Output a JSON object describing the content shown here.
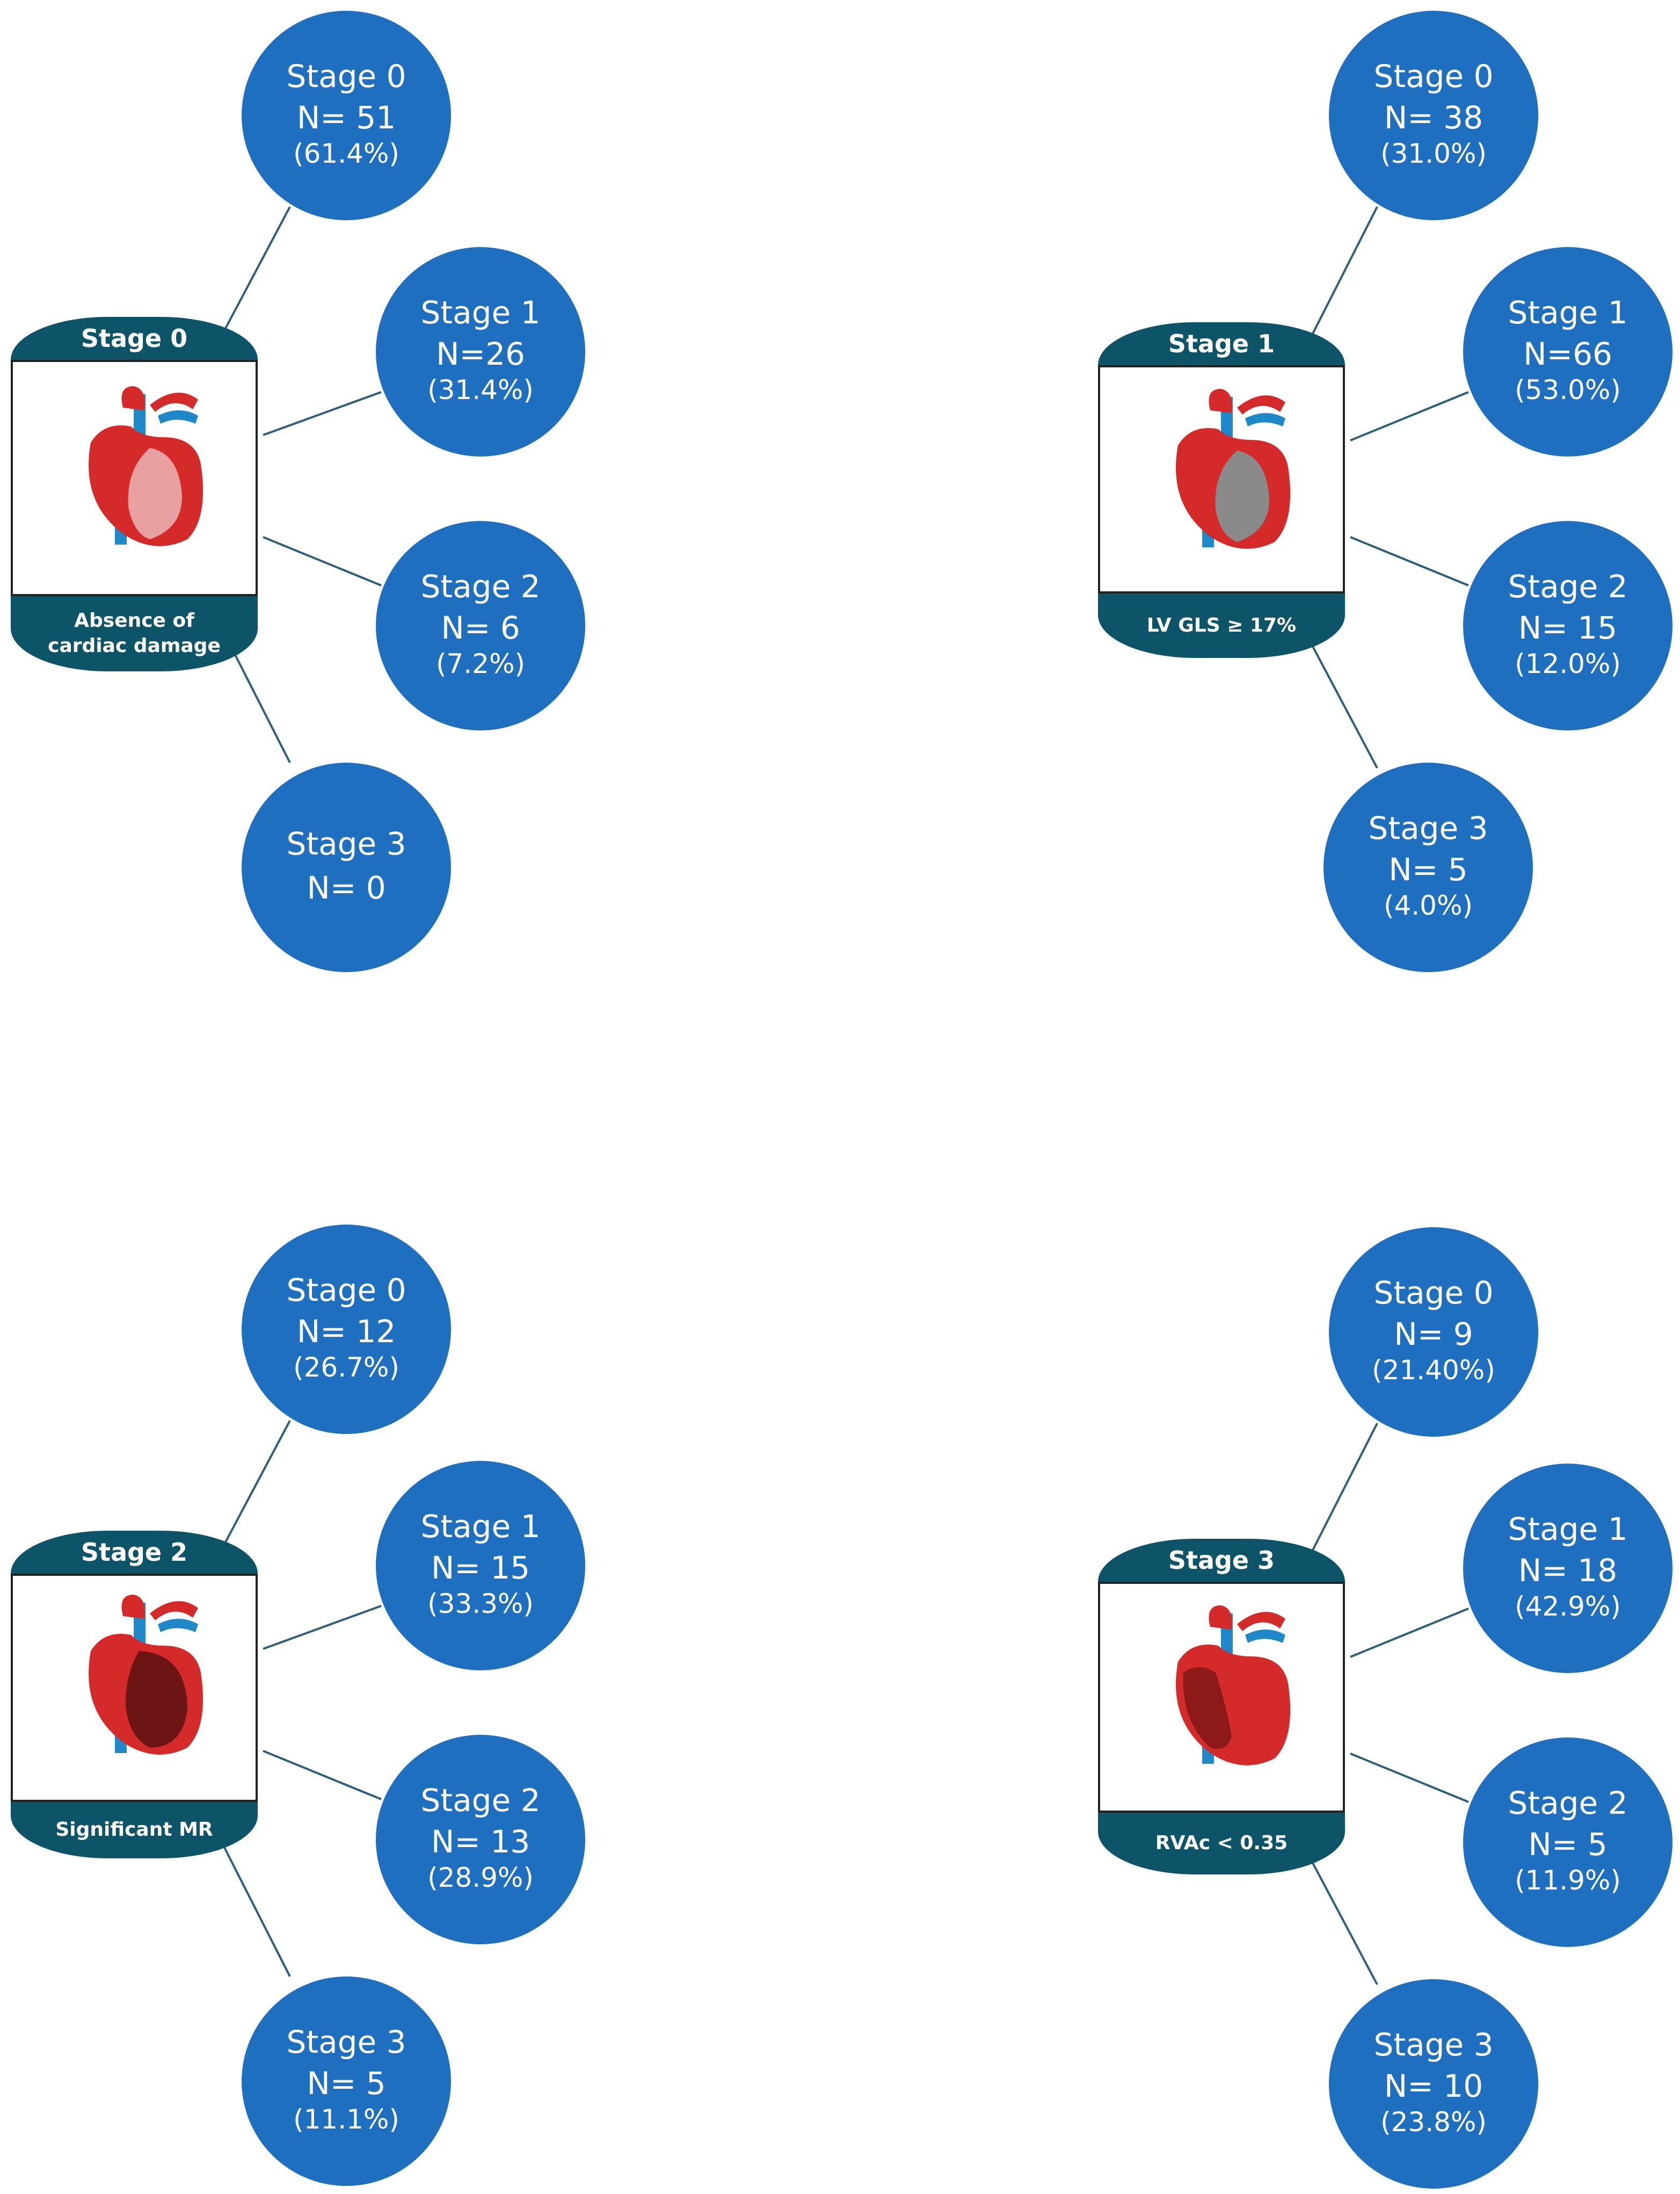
{
  "panels": [
    {
      "header": "Stage 0",
      "footer": "Absence of cardiac damage",
      "nodes": [
        {
          "stage": "Stage 0",
          "n": "N= 51",
          "pct": "(61.4%)"
        },
        {
          "stage": "Stage 1",
          "n": "N=26",
          "pct": "(31.4%)"
        },
        {
          "stage": "Stage 2",
          "n": "N= 6",
          "pct": "(7.2%)"
        },
        {
          "stage": "Stage 3",
          "n": "N= 0",
          "pct": ""
        }
      ]
    },
    {
      "header": "Stage 1",
      "footer": "LV GLS ≥ 17%",
      "nodes": [
        {
          "stage": "Stage 0",
          "n": "N= 38",
          "pct": "(31.0%)"
        },
        {
          "stage": "Stage 1",
          "n": "N=66",
          "pct": "(53.0%)"
        },
        {
          "stage": "Stage 2",
          "n": "N= 15",
          "pct": "(12.0%)"
        },
        {
          "stage": "Stage 3",
          "n": "N= 5",
          "pct": "(4.0%)"
        }
      ]
    },
    {
      "header": "Stage 2",
      "footer": "Significant MR",
      "nodes": [
        {
          "stage": "Stage 0",
          "n": "N= 12",
          "pct": "(26.7%)"
        },
        {
          "stage": "Stage 1",
          "n": "N= 15",
          "pct": "(33.3%)"
        },
        {
          "stage": "Stage 2",
          "n": "N= 13",
          "pct": "(28.9%)"
        },
        {
          "stage": "Stage 3",
          "n": "N= 5",
          "pct": "(11.1%)"
        }
      ]
    },
    {
      "header": "Stage 3",
      "footer": "RVAc < 0.35",
      "nodes": [
        {
          "stage": "Stage 0",
          "n": "N= 9",
          "pct": "(21.40%)"
        },
        {
          "stage": "Stage 1",
          "n": "N= 18",
          "pct": "(42.9%)"
        },
        {
          "stage": "Stage 2",
          "n": "N= 5",
          "pct": "(11.9%)"
        },
        {
          "stage": "Stage 3",
          "n": "N= 10",
          "pct": "(23.8%)"
        }
      ]
    }
  ],
  "colors": {
    "node_fill": "#1f6fc0",
    "banner": "#0e5468",
    "heart_red": "#d42a2a",
    "vessel_blue": "#1e88c8"
  }
}
